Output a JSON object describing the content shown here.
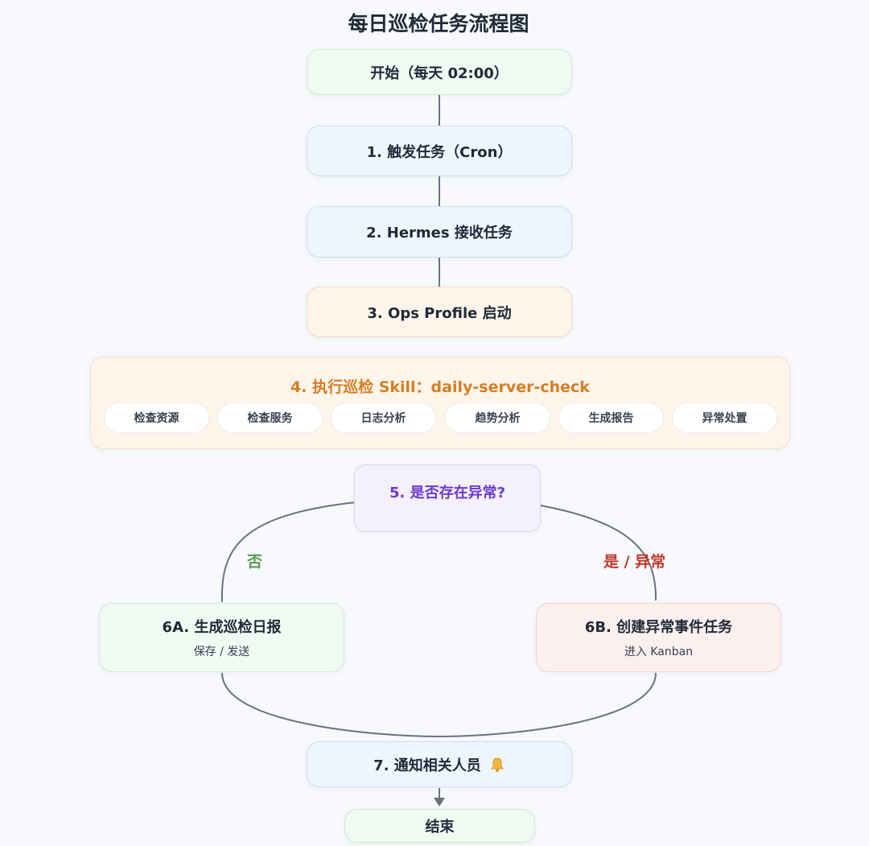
{
  "title": "每日巡检任务流程图",
  "nodes": {
    "start": "开始（每天 02:00）",
    "step1": "1. 触发任务（Cron）",
    "step2": "2. Hermes 接收任务",
    "step3": "3. Ops Profile 启动",
    "step4": {
      "title": "4. 执行巡检 Skill：daily-server-check",
      "substeps": [
        "检查资源",
        "检查服务",
        "日志分析",
        "趋势分析",
        "生成报告",
        "异常处置"
      ]
    },
    "step5": "5. 是否存在异常?",
    "branch_no": "否",
    "branch_yes": "是 / 异常",
    "step6a": {
      "title": "6A. 生成巡检日报",
      "sub": "保存 / 发送"
    },
    "step6b": {
      "title": "6B. 创建异常事件任务",
      "sub": "进入 Kanban"
    },
    "step7": "7. 通知相关人员",
    "step7_icon": "bell-icon",
    "end": "结束"
  },
  "colors": {
    "no_branch": "#5a9a4e",
    "yes_branch": "#c0392b",
    "decision_text": "#6e3ad0",
    "skill_title": "#d57d22",
    "connector": "#6b7280"
  }
}
